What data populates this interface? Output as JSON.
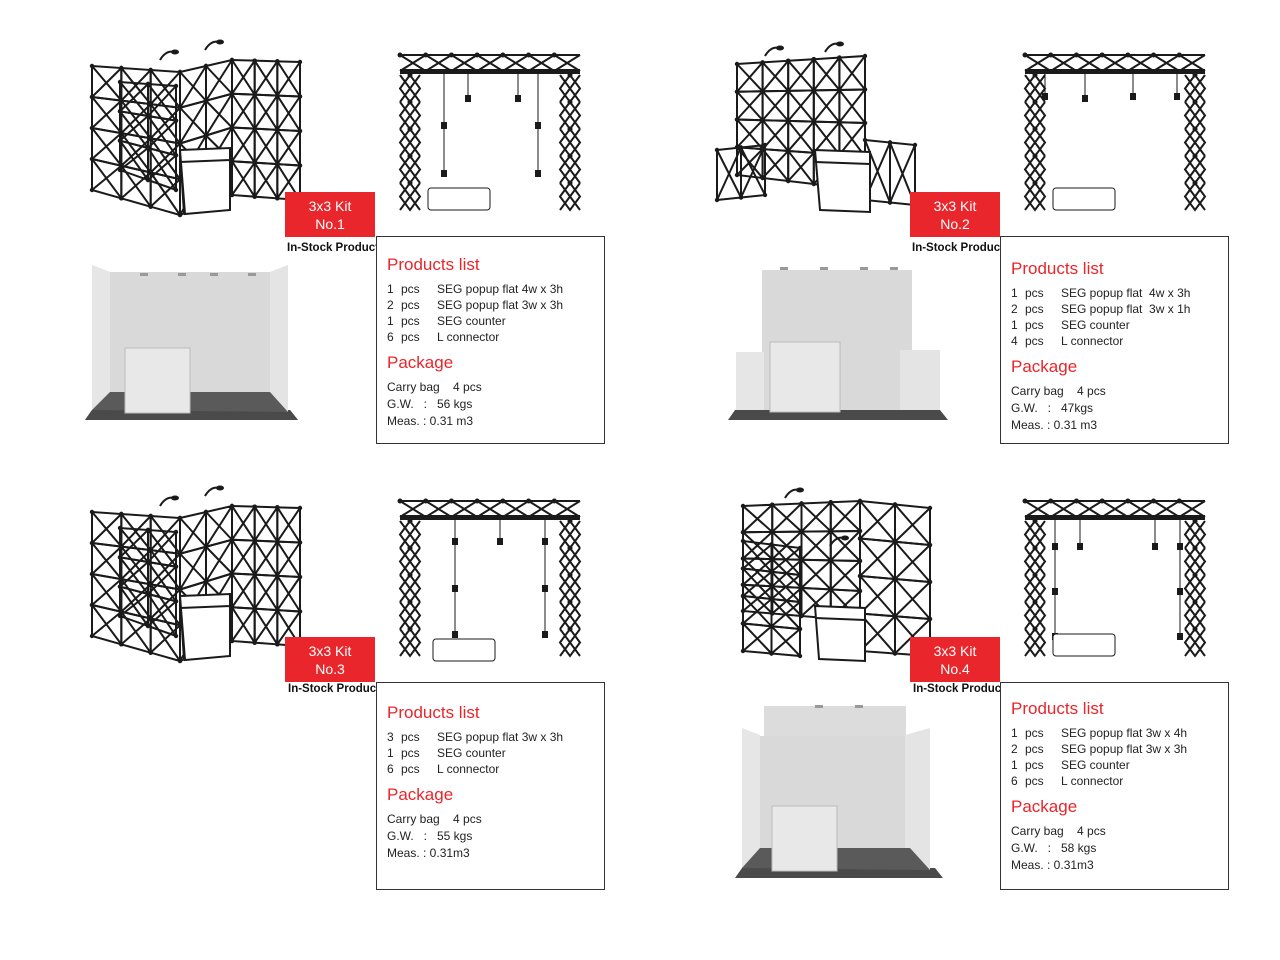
{
  "kits": [
    {
      "tag_line1": "3x3 Kit",
      "tag_line2": "No.1",
      "badge": "In-Stock Product",
      "products_title": "Products list",
      "products": [
        {
          "qty": "1",
          "unit": "pcs",
          "desc": "SEG popup flat 4w x 3h"
        },
        {
          "qty": "2",
          "unit": "pcs",
          "desc": "SEG popup flat 3w x 3h"
        },
        {
          "qty": "1",
          "unit": "pcs",
          "desc": "SEG counter"
        },
        {
          "qty": "6",
          "unit": "pcs",
          "desc": "L connector"
        }
      ],
      "package_title": "Package",
      "package": [
        "Carry bag    4 pcs",
        "G.W.   :   56 kgs",
        "Meas. : 0.31 m3"
      ]
    },
    {
      "tag_line1": "3x3 Kit",
      "tag_line2": "No.2",
      "badge": "In-Stock Product",
      "products_title": "Products list",
      "products": [
        {
          "qty": "1",
          "unit": "pcs",
          "desc": "SEG popup flat  4w x 3h"
        },
        {
          "qty": "2",
          "unit": "pcs",
          "desc": "SEG popup flat  3w x 1h"
        },
        {
          "qty": "1",
          "unit": "pcs",
          "desc": "SEG counter"
        },
        {
          "qty": "4",
          "unit": "pcs",
          "desc": "L connector"
        }
      ],
      "package_title": "Package",
      "package": [
        "Carry bag    4 pcs",
        "G.W.   :   47kgs",
        "Meas. : 0.31 m3"
      ]
    },
    {
      "tag_line1": "3x3 Kit",
      "tag_line2": "No.3",
      "badge": "In-Stock Product",
      "products_title": "Products list",
      "products": [
        {
          "qty": "3",
          "unit": "pcs",
          "desc": "SEG popup flat 3w x 3h"
        },
        {
          "qty": "1",
          "unit": "pcs",
          "desc": "SEG counter"
        },
        {
          "qty": "6",
          "unit": "pcs",
          "desc": "L connector"
        }
      ],
      "package_title": "Package",
      "package": [
        "Carry bag    4 pcs",
        "G.W.   :   55 kgs",
        "Meas. : 0.31m3"
      ]
    },
    {
      "tag_line1": "3x3 Kit",
      "tag_line2": "No.4",
      "badge": "In-Stock Product",
      "products_title": "Products list",
      "products": [
        {
          "qty": "1",
          "unit": "pcs",
          "desc": "SEG popup flat 3w x 4h"
        },
        {
          "qty": "2",
          "unit": "pcs",
          "desc": "SEG popup flat 3w x 3h"
        },
        {
          "qty": "1",
          "unit": "pcs",
          "desc": "SEG counter"
        },
        {
          "qty": "6",
          "unit": "pcs",
          "desc": "L connector"
        }
      ],
      "package_title": "Package",
      "package": [
        "Carry bag    4 pcs",
        "G.W.   :   58 kgs",
        "Meas. : 0.31m3"
      ]
    }
  ],
  "colors": {
    "accent": "#e8262b",
    "frame": "#1a1a1a",
    "panel": "#d9d9d9",
    "floor": "#4a4a4a"
  }
}
